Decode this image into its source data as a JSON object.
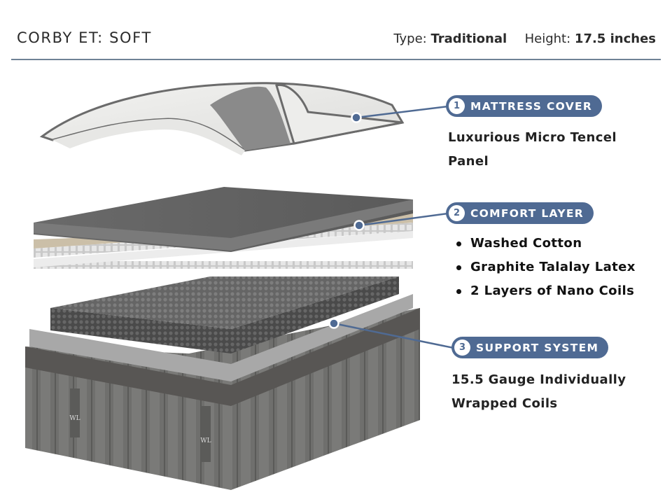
{
  "header": {
    "title": "CORBY ET: SOFT",
    "type_label": "Type:",
    "type_value": "Traditional",
    "height_label": "Height:",
    "height_value": "17.5 inches"
  },
  "colors": {
    "accent": "#4f6a93",
    "rule": "#6e8296",
    "text": "#222222"
  },
  "layers": [
    {
      "number": "1",
      "title": "MATTRESS COVER",
      "description_lines": [
        "Luxurious Micro Tencel",
        "Panel"
      ]
    },
    {
      "number": "2",
      "title": "COMFORT LAYER",
      "bullets": [
        "Washed Cotton",
        "Graphite Talalay Latex",
        "2 Layers of Nano Coils"
      ]
    },
    {
      "number": "3",
      "title": "SUPPORT SYSTEM",
      "description_lines": [
        "15.5 Gauge Individually",
        "Wrapped Coils"
      ]
    }
  ],
  "illustration": {
    "description": "Exploded view of mattress layers",
    "logo_mark": "WL"
  }
}
